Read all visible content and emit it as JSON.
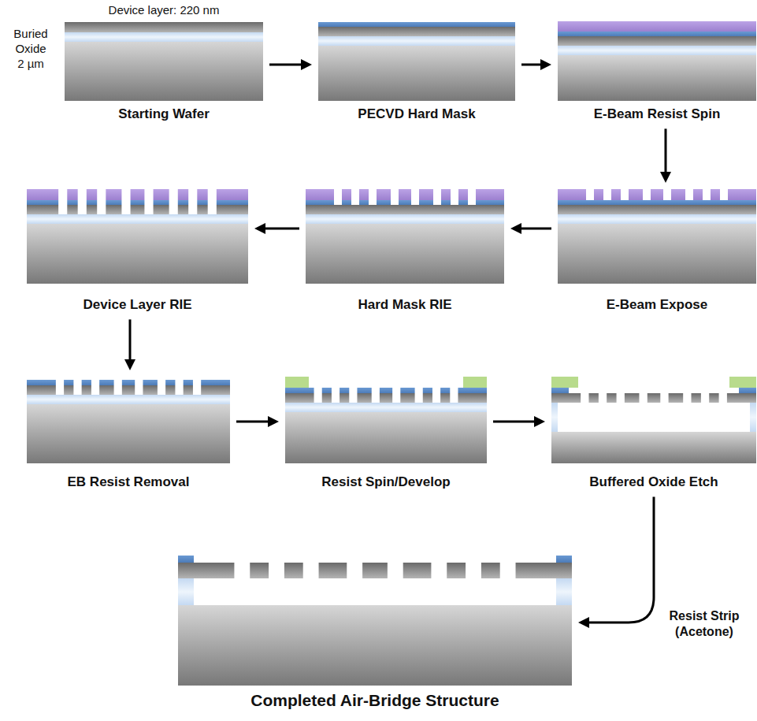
{
  "diagram": {
    "nodes": [
      {
        "text": [
          "Starting Wafer"
        ]
      },
      {
        "text": [
          "PECVD Hard Mask"
        ]
      },
      {
        "text": [
          "E-Beam Resist Spin"
        ]
      },
      {
        "text": [
          "E-Beam Expose"
        ]
      },
      {
        "text": [
          "Hard Mask RIE"
        ]
      },
      {
        "text": [
          "Device Layer RIE"
        ]
      },
      {
        "text": [
          "EB Resist Removal"
        ]
      },
      {
        "text": [
          "Resist Spin/Develop"
        ]
      },
      {
        "text": [
          "Buffered Oxide Etch"
        ]
      },
      {
        "text": [
          "Completed Air-Bridge Structure"
        ]
      }
    ],
    "edges": [
      {
        "from": 0,
        "to": 1,
        "arrow": "to"
      },
      {
        "from": 1,
        "to": 2,
        "arrow": "to"
      },
      {
        "from": 2,
        "to": 3,
        "arrow": "to"
      },
      {
        "from": 3,
        "to": 4,
        "arrow": "to"
      },
      {
        "from": 4,
        "to": 5,
        "arrow": "to"
      },
      {
        "from": 5,
        "to": 6,
        "arrow": "to"
      },
      {
        "from": 6,
        "to": 7,
        "arrow": "to"
      },
      {
        "from": 7,
        "to": 8,
        "arrow": "to"
      },
      {
        "from": 8,
        "to": 9,
        "label": "Resist Strip (Acetone)",
        "arrow": "to"
      }
    ],
    "labels": [
      "Device layer: 220 nm",
      "Buried Oxide 2 µm"
    ]
  }
}
